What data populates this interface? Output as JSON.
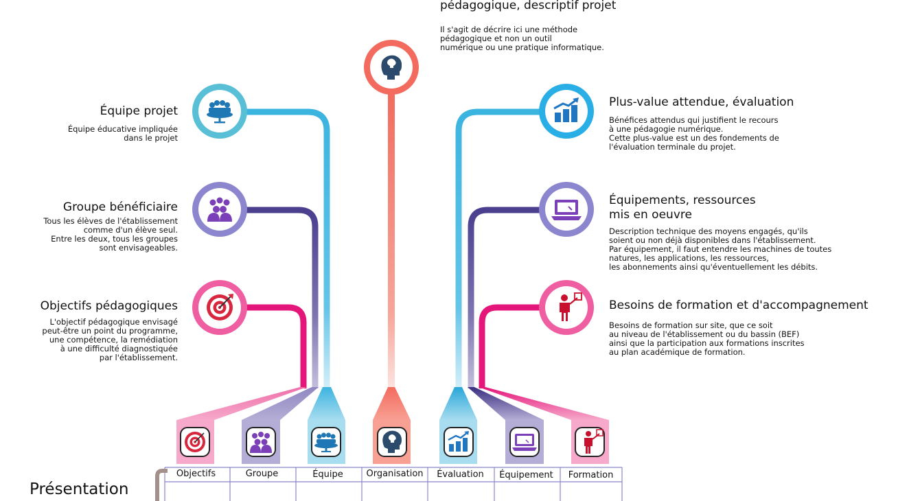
{
  "center": {
    "title": "pédagogique, descriptif projet",
    "desc": "Il s'agit de décrire ici une méthode\npédagogique et non un outil\nnumérique ou une pratique informatique."
  },
  "left": [
    {
      "title": "Équipe projet",
      "desc": "Équipe éducative impliquée\ndans le projet",
      "icon": "team-meeting-icon"
    },
    {
      "title": "Groupe bénéficiaire",
      "desc": "Tous les élèves de l'établissement\ncomme d'un élève seul.\nEntre les deux, tous les groupes\nsont envisageables.",
      "icon": "group-people-icon"
    },
    {
      "title": "Objectifs pédagogiques",
      "desc": "L'objectif pédagogique envisagé\npeut-être un point du programme,\nune compétence, la remédiation\nà une difficulté diagnostiquée\npar l'établissement.",
      "icon": "target-icon"
    }
  ],
  "right": [
    {
      "title": "Plus-value attendue, évaluation",
      "desc": "Bénéfices attendus qui justifient le recours\nà une pédagogie numérique.\nCette plus-value est un des fondements de\nl'évaluation terminale du projet.",
      "icon": "growth-chart-icon"
    },
    {
      "title": "Équipements, ressources\nmis en oeuvre",
      "desc": "Description technique des moyens engagés, qu'ils\nsoient ou non déjà disponibles dans l'établissement.\nPar équipement, il faut entendre les machines de toutes\nnatures,  les applications, les ressources,\nles abonnements ainsi qu'éventuellement les débits.",
      "icon": "laptop-icon"
    },
    {
      "title": "Besoins de formation et d'accompagnement",
      "desc": "Besoins de formation sur site, que ce soit\nau niveau de l'établissement ou du bassin (BEF)\nainsi que la participation aux formations inscrites\nau plan académique de formation.",
      "icon": "trainer-icon"
    }
  ],
  "table_headers": [
    "Objectifs",
    "Groupe",
    "Équipe",
    "Organisation",
    "Évaluation",
    "Équipement",
    "Formation"
  ],
  "presentation_label": "Présentation",
  "colors": {
    "organisation": "#f26b5e",
    "equipe": "#3cb4e0",
    "groupe": "#4a3f8e",
    "objectifs": "#e5167a",
    "groupe_circle": "#8c86cf",
    "objectifs_circle": "#ee5ea0",
    "equipe_circle": "#58bfd7",
    "evaluation_circle": "#2aaee6"
  }
}
